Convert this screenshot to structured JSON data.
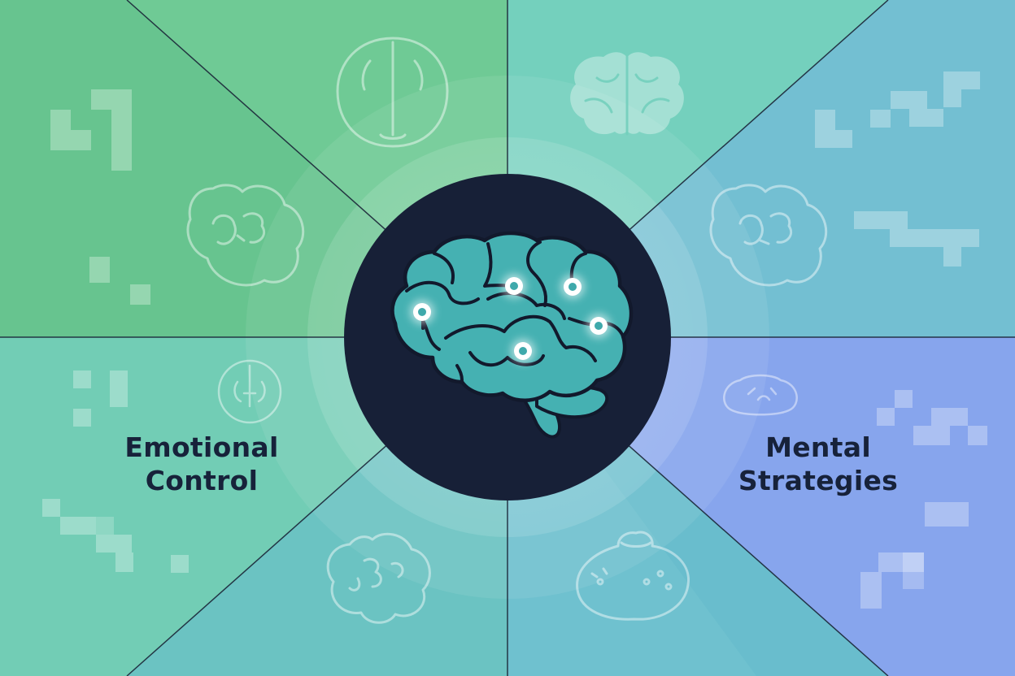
{
  "labels": {
    "emotional_control": [
      "Emotional",
      "Control"
    ],
    "mental_strategies": [
      "Mental",
      "Strategies"
    ]
  },
  "colors": {
    "green_top_left": "#67c48f",
    "green_top": "#6fca95",
    "teal_top": "#74d0bd",
    "sky_top_right": "#73bfd2",
    "teal_left": "#72cdb5",
    "teal_bottom_left": "#6bc3c2",
    "blue_bottom": "#72bfd2",
    "periwinkle_right": "#83a8ec",
    "center_disc": "#172037",
    "brain_fill": "#45b1b2",
    "brain_stroke": "#12192c",
    "text": "#17223a",
    "divider": "#1b2638"
  },
  "icons": [
    "brain-center-icon",
    "brain-outline-top-icon",
    "brain-solid-top-icon",
    "brain-doodle-left-icon",
    "brain-doodle-right-icon",
    "brain-small-left-icon",
    "brain-small-right-icon",
    "brain-doodle-bottom-left-icon",
    "brain-doodle-bottom-right-icon",
    "pixel-pattern-icon"
  ]
}
